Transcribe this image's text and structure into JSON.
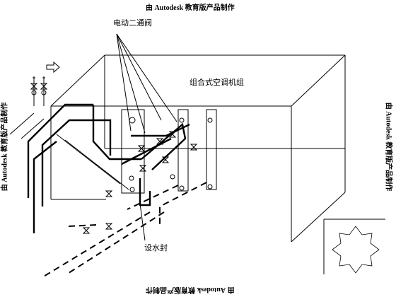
{
  "watermarks": {
    "top": "由 Autodesk 教育版产品制作",
    "bottom": "由 Autodesk 教育版产品制作",
    "left": "由 Autodesk 教育版产品制作",
    "right": "由 Autodesk 教育版产品制作"
  },
  "labels": {
    "unit_name": "组合式空调机组",
    "valve_callout": "电动二通阀",
    "water_seal_callout": "设水封"
  },
  "icons": {
    "flow_arrow": "hollow-arrow-right",
    "valves": "gate-valve-symbols",
    "legend_symbol": "star-octagon"
  },
  "colors": {
    "line": "#000000",
    "background": "#ffffff"
  }
}
